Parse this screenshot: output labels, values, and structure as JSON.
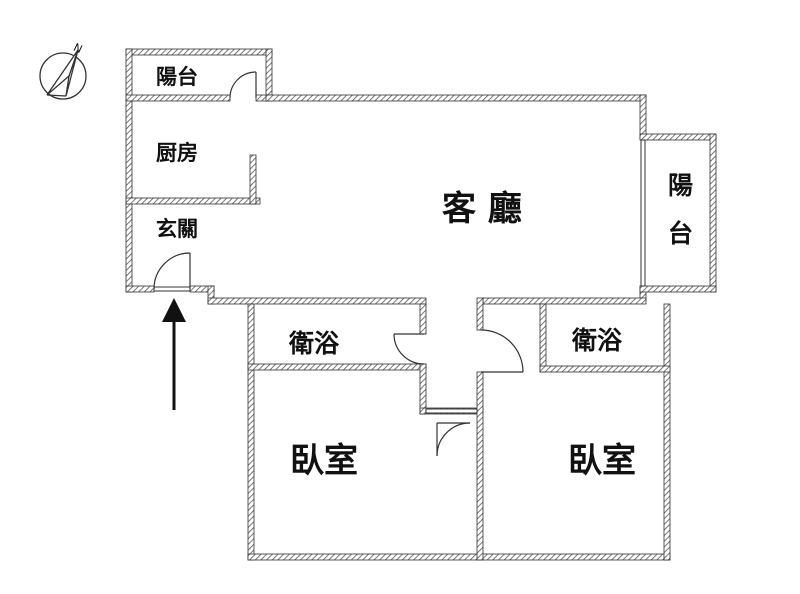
{
  "rooms": {
    "balcony_top": "陽台",
    "kitchen": "厨房",
    "entrance": "玄關",
    "living_room": "客 廳",
    "balcony_right_line1": "陽",
    "balcony_right_line2": "台",
    "bathroom_left": "衛浴",
    "bathroom_right": "衛浴",
    "bedroom_left": "臥室",
    "bedroom_right": "臥室"
  },
  "compass": {
    "north_label": "N"
  },
  "colors": {
    "wall": "#555555",
    "ink": "#111111",
    "background": "#ffffff"
  }
}
